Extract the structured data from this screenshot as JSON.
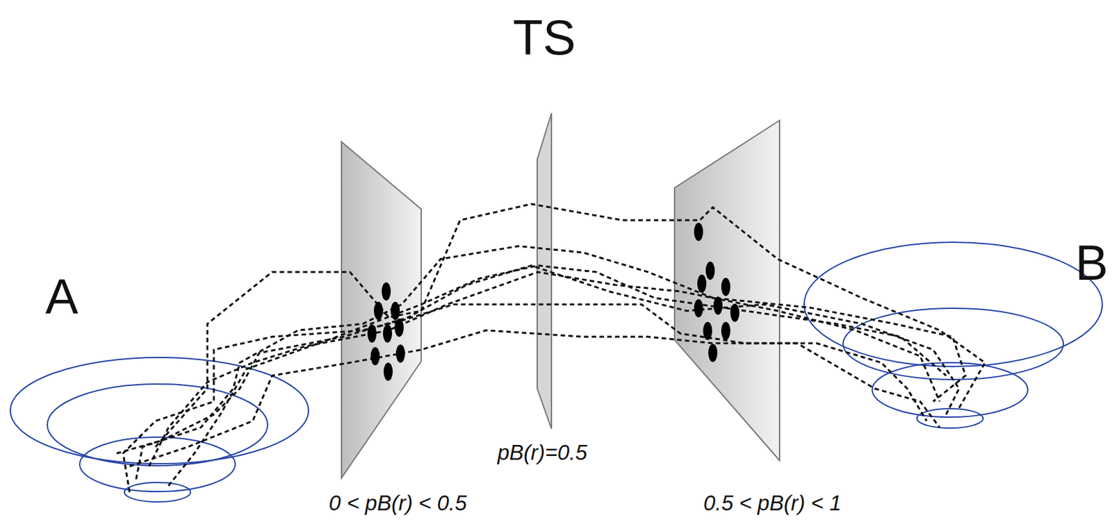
{
  "diagram": {
    "labels": [
      "TS",
      "A",
      "B",
      "pB(r)=0.5",
      "0 < pB(r) < 0.5",
      "0.5 < pB(r) < 1"
    ]
  }
}
